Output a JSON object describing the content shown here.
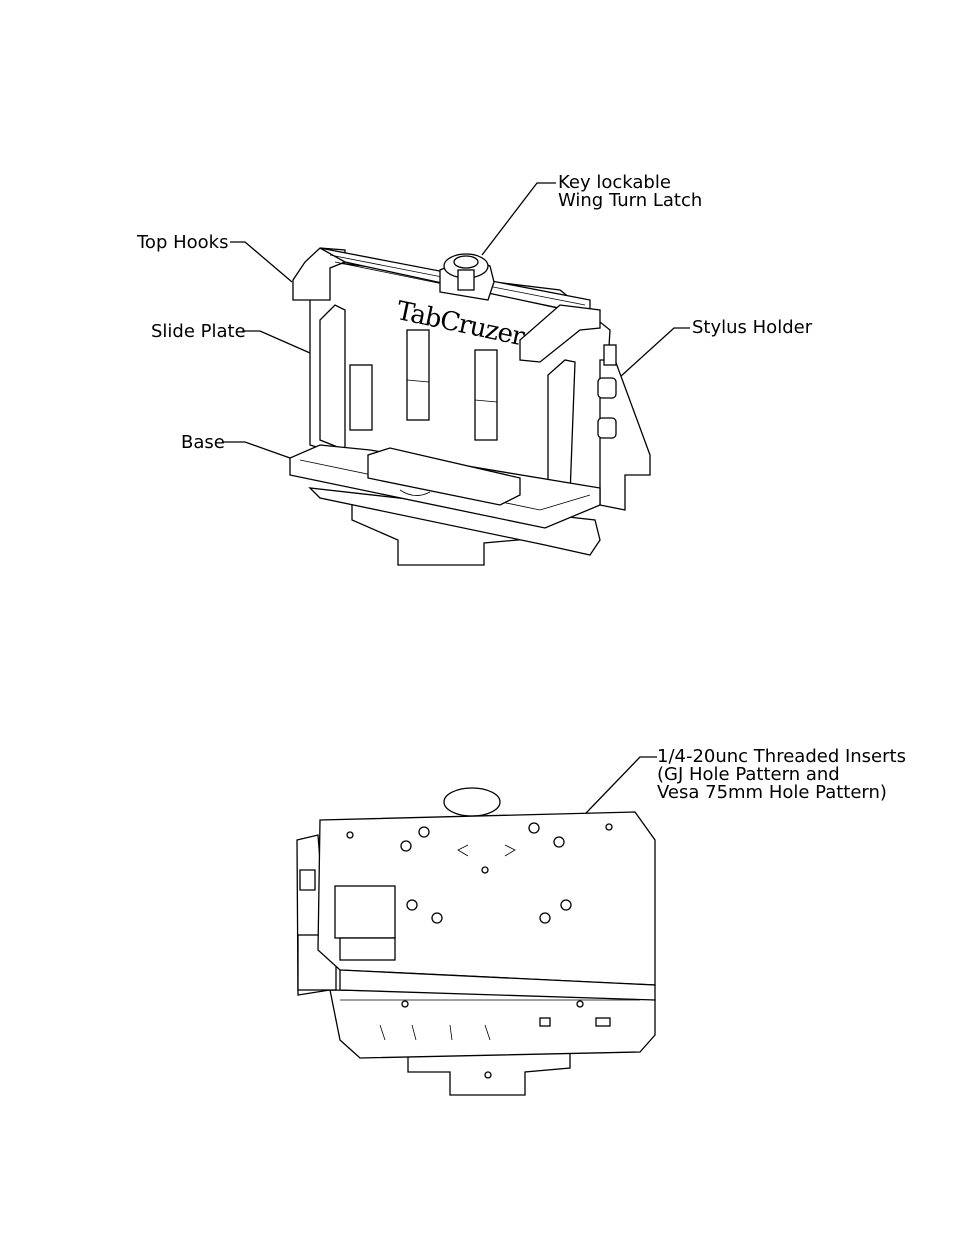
{
  "top_view": {
    "brand_logo": "TabCruzer",
    "callouts": {
      "top_hooks": "Top Hooks",
      "slide_plate": "Slide Plate",
      "base": "Base",
      "key_latch_line1": "Key lockable",
      "key_latch_line2": "Wing Turn Latch",
      "stylus_holder": "Stylus Holder"
    }
  },
  "bottom_view": {
    "callouts": {
      "inserts_line1": "1/4-20unc Threaded Inserts",
      "inserts_line2": "(GJ Hole Pattern and",
      "inserts_line3": "Vesa 75mm Hole Pattern)"
    }
  }
}
